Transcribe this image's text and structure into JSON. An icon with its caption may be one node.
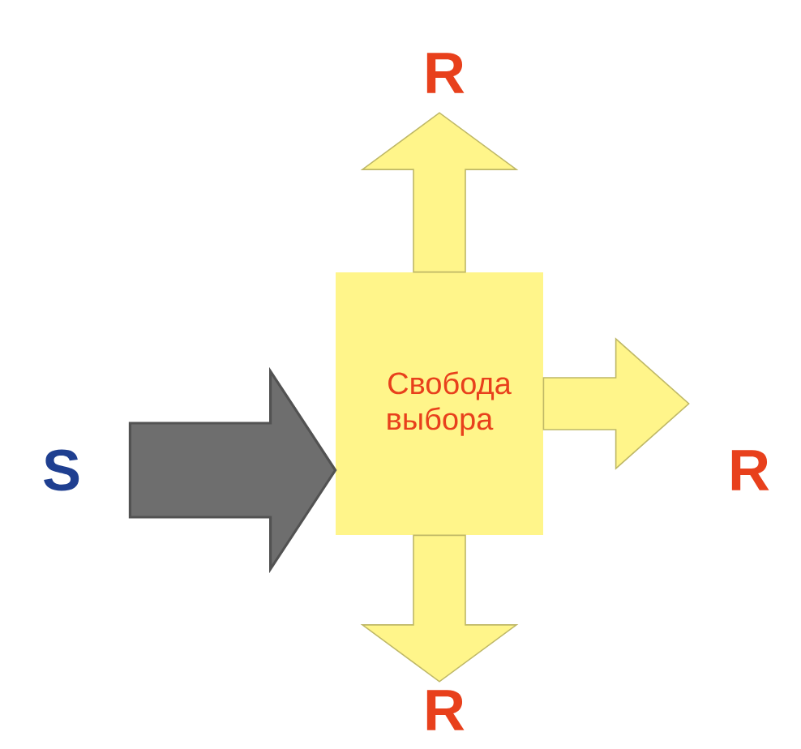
{
  "diagram": {
    "nodes": [
      {
        "text": [
          "S"
        ]
      },
      {
        "text": [
          "Свобода выбора"
        ]
      },
      {
        "text": [
          "R"
        ]
      },
      {
        "text": [
          "R"
        ]
      },
      {
        "text": [
          "R"
        ]
      }
    ],
    "edges": [
      {
        "from": 0,
        "to": 1,
        "arrow": "to",
        "style": "thick",
        "color": "#6e6e6e"
      },
      {
        "from": 1,
        "to": 2,
        "arrow": "to"
      },
      {
        "from": 1,
        "to": 3,
        "arrow": "to"
      },
      {
        "from": 1,
        "to": 4,
        "arrow": "to"
      }
    ]
  }
}
